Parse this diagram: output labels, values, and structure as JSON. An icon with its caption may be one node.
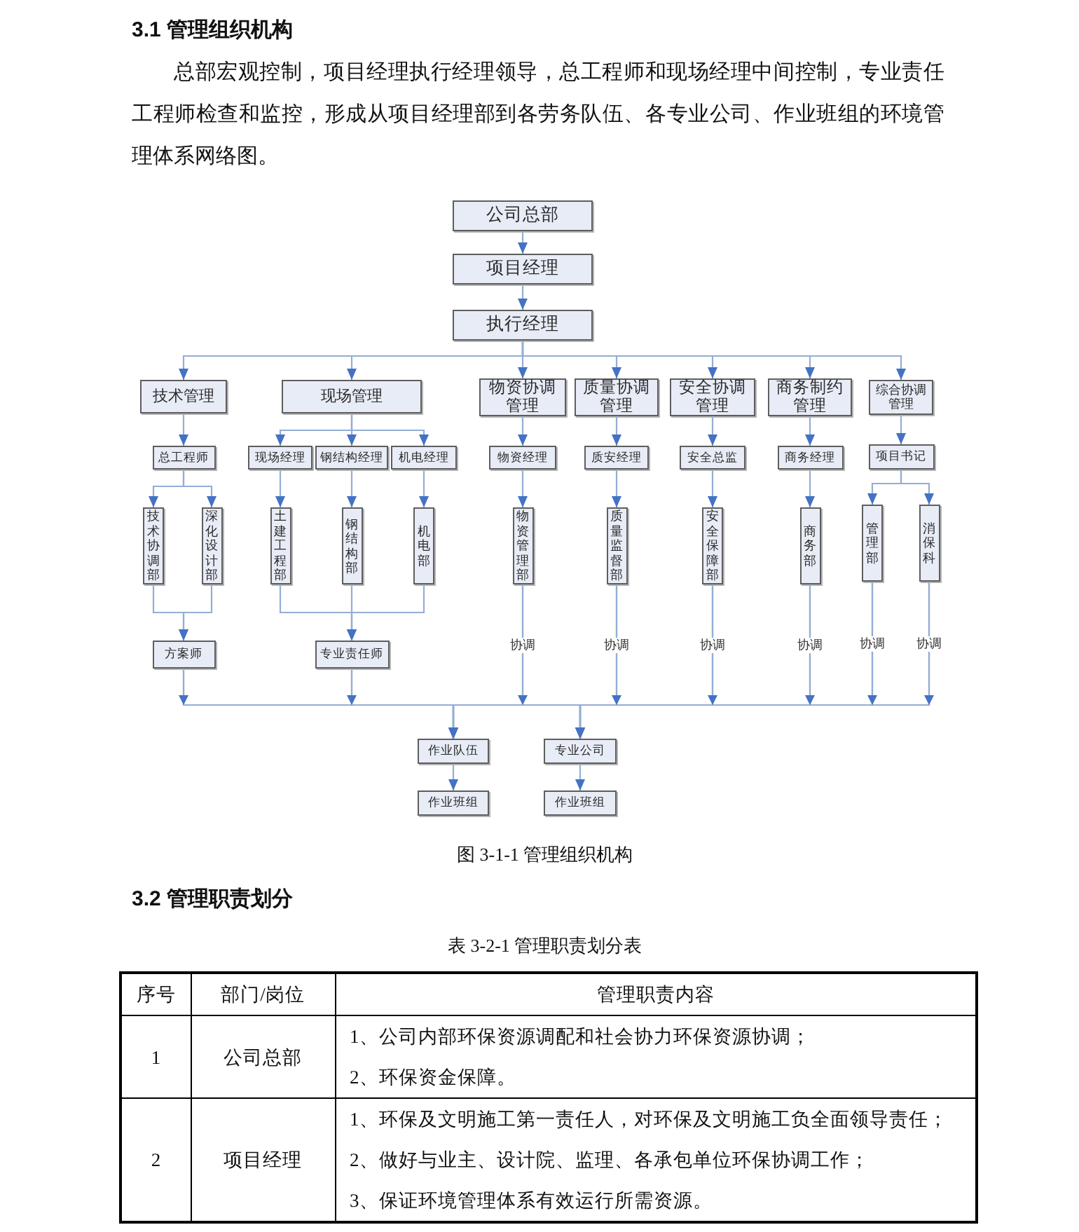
{
  "diagram": {
    "title": "3.1 管理组织机构",
    "caption": "图 3-1-1 管理组织机构",
    "nodes": [
      {
        "text": [
          "公司总部"
        ]
      },
      {
        "text": [
          "项目经理"
        ]
      },
      {
        "text": [
          "执行经理"
        ]
      },
      {
        "text": [
          "技术管理"
        ]
      },
      {
        "text": [
          "现场管理"
        ]
      },
      {
        "text": [
          "物资协调管理"
        ]
      },
      {
        "text": [
          "质量协调管理"
        ]
      },
      {
        "text": [
          "安全协调管理"
        ]
      },
      {
        "text": [
          "商务制约管理"
        ]
      },
      {
        "text": [
          "综合协调管理"
        ]
      },
      {
        "text": [
          "总工程师"
        ]
      },
      {
        "text": [
          "现场经理"
        ]
      },
      {
        "text": [
          "钢结构经理"
        ]
      },
      {
        "text": [
          "机电经理"
        ]
      },
      {
        "text": [
          "物资经理"
        ]
      },
      {
        "text": [
          "质安经理"
        ]
      },
      {
        "text": [
          "安全总监"
        ]
      },
      {
        "text": [
          "商务经理"
        ]
      },
      {
        "text": [
          "项目书记"
        ]
      },
      {
        "text": [
          "技术协调部"
        ]
      },
      {
        "text": [
          "深化设计部"
        ]
      },
      {
        "text": [
          "土建工程部"
        ]
      },
      {
        "text": [
          "钢结构部"
        ]
      },
      {
        "text": [
          "机电部"
        ]
      },
      {
        "text": [
          "物资管理部"
        ]
      },
      {
        "text": [
          "质量监督部"
        ]
      },
      {
        "text": [
          "安全保障部"
        ]
      },
      {
        "text": [
          "商务部"
        ]
      },
      {
        "text": [
          "管理部"
        ]
      },
      {
        "text": [
          "消保科"
        ]
      },
      {
        "text": [
          "方案师"
        ]
      },
      {
        "text": [
          "专业责任师"
        ]
      },
      {
        "text": [
          "作业队伍"
        ]
      },
      {
        "text": [
          "专业公司"
        ]
      },
      {
        "text": [
          "作业班组"
        ]
      },
      {
        "text": [
          "作业班组"
        ]
      }
    ],
    "edges": [
      {
        "from": 0,
        "to": 1,
        "arrow": "to"
      },
      {
        "from": 1,
        "to": 2,
        "arrow": "to"
      },
      {
        "from": 2,
        "to": 3,
        "arrow": "to"
      },
      {
        "from": 2,
        "to": 4,
        "arrow": "to"
      },
      {
        "from": 2,
        "to": 5,
        "arrow": "to"
      },
      {
        "from": 2,
        "to": 6,
        "arrow": "to"
      },
      {
        "from": 2,
        "to": 7,
        "arrow": "to"
      },
      {
        "from": 2,
        "to": 8,
        "arrow": "to"
      },
      {
        "from": 2,
        "to": 9,
        "arrow": "to"
      },
      {
        "from": 3,
        "to": 10,
        "arrow": "to"
      },
      {
        "from": 4,
        "to": 11,
        "arrow": "to"
      },
      {
        "from": 4,
        "to": 12,
        "arrow": "to"
      },
      {
        "from": 4,
        "to": 13,
        "arrow": "to"
      },
      {
        "from": 5,
        "to": 14,
        "arrow": "to"
      },
      {
        "from": 6,
        "to": 15,
        "arrow": "to"
      },
      {
        "from": 7,
        "to": 16,
        "arrow": "to"
      },
      {
        "from": 8,
        "to": 17,
        "arrow": "to"
      },
      {
        "from": 9,
        "to": 18,
        "arrow": "to"
      },
      {
        "from": 10,
        "to": 19,
        "arrow": "to"
      },
      {
        "from": 10,
        "to": 20,
        "arrow": "to"
      },
      {
        "from": 11,
        "to": 21,
        "arrow": "to"
      },
      {
        "from": 12,
        "to": 22,
        "arrow": "to"
      },
      {
        "from": 13,
        "to": 23,
        "arrow": "to"
      },
      {
        "from": 14,
        "to": 24,
        "arrow": "to"
      },
      {
        "from": 15,
        "to": 25,
        "arrow": "to"
      },
      {
        "from": 16,
        "to": 26,
        "arrow": "to"
      },
      {
        "from": 17,
        "to": 27,
        "arrow": "to"
      },
      {
        "from": 18,
        "to": 28,
        "arrow": "to"
      },
      {
        "from": 18,
        "to": 29,
        "arrow": "to"
      },
      {
        "from": 19,
        "to": 30,
        "arrow": "to"
      },
      {
        "from": 20,
        "to": 30,
        "arrow": "to"
      },
      {
        "from": 21,
        "to": 31,
        "arrow": "to"
      },
      {
        "from": 22,
        "to": 31,
        "arrow": "to"
      },
      {
        "from": 23,
        "to": 31,
        "arrow": "to"
      },
      {
        "from": 30,
        "to": 32,
        "arrow": "to"
      },
      {
        "from": 30,
        "to": 33,
        "arrow": "to"
      },
      {
        "from": 31,
        "to": 32,
        "arrow": "to"
      },
      {
        "from": 31,
        "to": 33,
        "arrow": "to"
      },
      {
        "from": 24,
        "to": 32,
        "arrow": "to",
        "label": "协调"
      },
      {
        "from": 24,
        "to": 33,
        "arrow": "to"
      },
      {
        "from": 25,
        "to": 32,
        "arrow": "to",
        "label": "协调"
      },
      {
        "from": 25,
        "to": 33,
        "arrow": "to"
      },
      {
        "from": 26,
        "to": 32,
        "arrow": "to",
        "label": "协调"
      },
      {
        "from": 26,
        "to": 33,
        "arrow": "to"
      },
      {
        "from": 27,
        "to": 32,
        "arrow": "to",
        "label": "协调"
      },
      {
        "from": 27,
        "to": 33,
        "arrow": "to"
      },
      {
        "from": 28,
        "to": 32,
        "arrow": "to",
        "label": "协调"
      },
      {
        "from": 28,
        "to": 33,
        "arrow": "to"
      },
      {
        "from": 29,
        "to": 32,
        "arrow": "to",
        "label": "协调"
      },
      {
        "from": 29,
        "to": 33,
        "arrow": "to"
      },
      {
        "from": 32,
        "to": 34,
        "arrow": "to"
      },
      {
        "from": 33,
        "to": 35,
        "arrow": "to"
      }
    ],
    "labels": [
      "总部宏观控制，项目经理执行经理领导，总工程师和现场经理中间控制，专业责任工程师检查和监控，形成从项目经理部到各劳务队伍、各专业公司、作业班组的环境管理体系网络图。",
      "3.2 管理职责划分",
      "表 3-2-1 管理职责划分表",
      "序号",
      "部门/岗位",
      "管理职责内容",
      "1",
      "公司总部",
      "1、公司内部环保资源调配和社会协力环保资源协调；",
      "2、环保资金保障。",
      "2",
      "项目经理",
      "1、环保及文明施工第一责任人，对环保及文明施工负全面领导责任；",
      "2、做好与业主、设计院、监理、各承包单位环保协调工作；",
      "3、保证环境管理体系有效运行所需资源。"
    ]
  }
}
